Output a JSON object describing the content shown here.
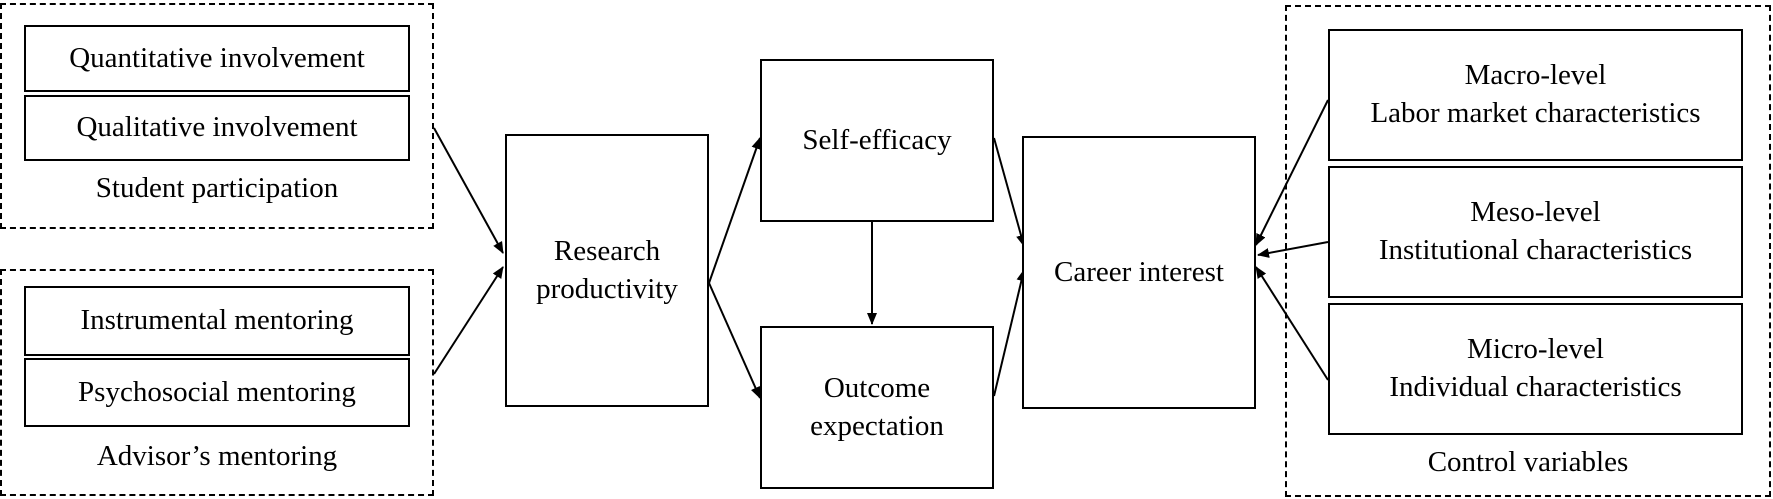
{
  "groups": {
    "student": {
      "caption": "Student participation",
      "items": [
        "Quantitative involvement",
        "Qualitative involvement"
      ]
    },
    "advisor": {
      "caption": "Advisor’s mentoring",
      "items": [
        "Instrumental mentoring",
        "Psychosocial mentoring"
      ]
    },
    "control": {
      "caption": "Control variables",
      "items": [
        {
          "level": "Macro-level",
          "desc": "Labor market characteristics"
        },
        {
          "level": "Meso-level",
          "desc": "Institutional characteristics"
        },
        {
          "level": "Micro-level",
          "desc": "Individual characteristics"
        }
      ]
    }
  },
  "nodes": {
    "research_productivity": [
      "Research",
      "productivity"
    ],
    "self_efficacy": "Self-efficacy",
    "outcome_expectation": [
      "Outcome",
      "expectation"
    ],
    "career_interest": "Career interest"
  }
}
